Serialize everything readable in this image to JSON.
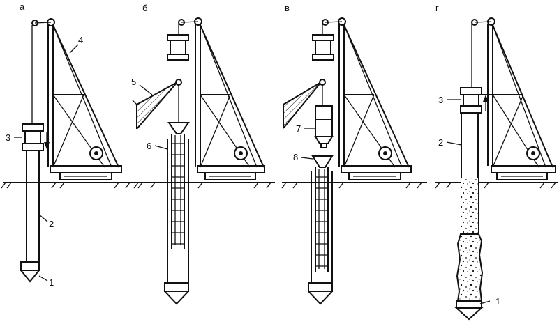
{
  "panels": [
    {
      "letter": "а"
    },
    {
      "letter": "б"
    },
    {
      "letter": "в"
    },
    {
      "letter": "г"
    }
  ],
  "callouts": {
    "a_1": "1",
    "a_2": "2",
    "a_3": "3",
    "a_4": "4",
    "b_5": "5",
    "b_6": "6",
    "c_7": "7",
    "c_8": "8",
    "d_1": "1",
    "d_2": "2",
    "d_3": "3"
  }
}
